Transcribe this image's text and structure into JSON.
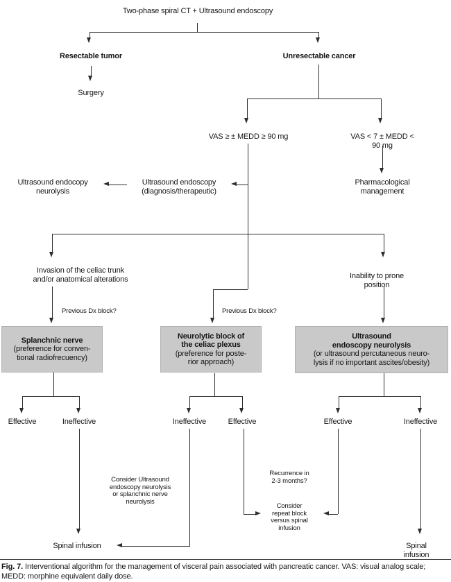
{
  "colors": {
    "background": "#ffffff",
    "box_fill": "#c9c9c9",
    "box_border": "#b0b0b0",
    "line": "#2e2e2e",
    "text": "#151515"
  },
  "flowchart": {
    "root": "Two-phase spiral CT + Ultrasound endoscopy",
    "resectable": "Resectable tumor",
    "unresectable": "Unresectable cancer",
    "surgery": "Surgery",
    "vas_high": "VAS ≥ ± MEDD ≥ 90 mg",
    "vas_low": "VAS < 7 ± MEDD < 90 mg",
    "pharmacological": "Pharmacological\nmanagement",
    "us_endoscopy_neurolysis": "Ultrasound endocopy\nneurolysis",
    "us_endoscopy_diagnostic": "Ultrasound endoscopy\n(diagnosis/therapeutic)",
    "invasion": "Invasion of the celiac trunk\nand/or anatomical alterations",
    "inability": "Inability to prone position",
    "previous_dx_left": "Previous Dx block?",
    "previous_dx_middle": "Previous Dx block?",
    "box_splanchnic": {
      "title": "Splanchnic nerve",
      "body": "(preference for conven-\ntional radiofrecuency)"
    },
    "box_neurolytic": {
      "title": "Neurolytic block of\nthe celiac plexus",
      "body": "(preference for poste-\nrior approach)"
    },
    "box_ultrasound": {
      "title": "Ultrasound\nendoscopy neurolysis",
      "body": "(or ultrasound percutaneous neuro-\nlysis if no important ascites/obesity)"
    },
    "outcome_left_1": "Effective",
    "outcome_left_2": "Ineffective",
    "outcome_middle_1": "Ineffective",
    "outcome_middle_2": "Effective",
    "outcome_right_1": "Effective",
    "outcome_right_2": "Ineffective",
    "consider_us": "Consider Ultrasound\nendoscopy neurolysis\nor splanchnic nerve\nneurolysis",
    "recurrence": "Recurrence in\n2-3 months?",
    "consider_repeat": "Consider\nrepeat block\nversus spinal\ninfusion",
    "spinal_left": "Spinal infusion",
    "spinal_right": "Spinal infusion"
  },
  "caption": {
    "label": "Fig. 7.",
    "text": " Interventional algorithm for the management of visceral pain associated with pancreatic cancer. VAS: visual analog scale; MEDD: morphine equivalent daily dose."
  }
}
